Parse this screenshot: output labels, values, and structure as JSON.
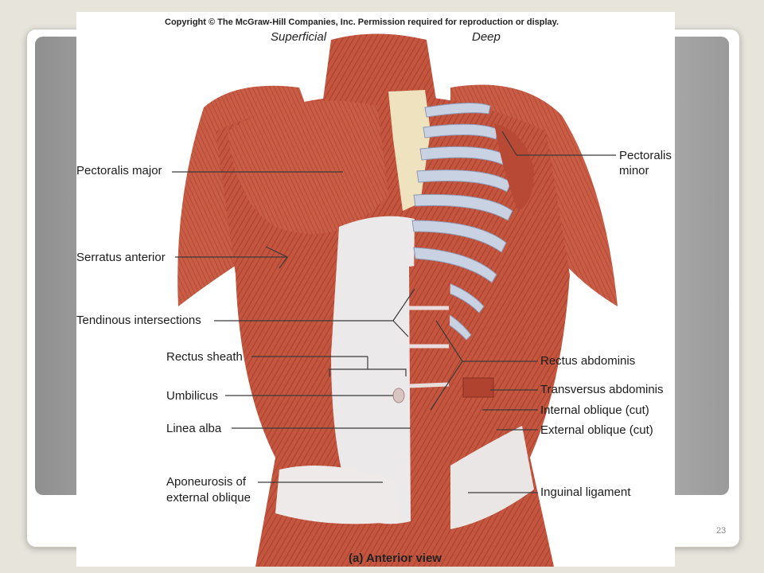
{
  "figure": {
    "copyright": "Copyright © The McGraw-Hill Companies, Inc. Permission required for reproduction or display.",
    "superficial": "Superficial",
    "deep": "Deep",
    "caption": "(a) Anterior view"
  },
  "labels": {
    "pectoralis_major": "Pectoralis major",
    "serratus_anterior": "Serratus anterior",
    "tendinous_intersections": "Tendinous intersections",
    "rectus_sheath": "Rectus sheath",
    "umbilicus": "Umbilicus",
    "linea_alba": "Linea alba",
    "aponeurosis_line1": "Aponeurosis of",
    "aponeurosis_line2": "external oblique",
    "pectoralis_minor_line1": "Pectoralis",
    "pectoralis_minor_line2": "minor",
    "rectus_abdominis": "Rectus abdominis",
    "transversus_abdominis": "Transversus abdominis",
    "internal_oblique": "Internal oblique (cut)",
    "external_oblique": "External oblique (cut)",
    "inguinal_ligament": "Inguinal ligament"
  },
  "slide": {
    "number": "23"
  }
}
